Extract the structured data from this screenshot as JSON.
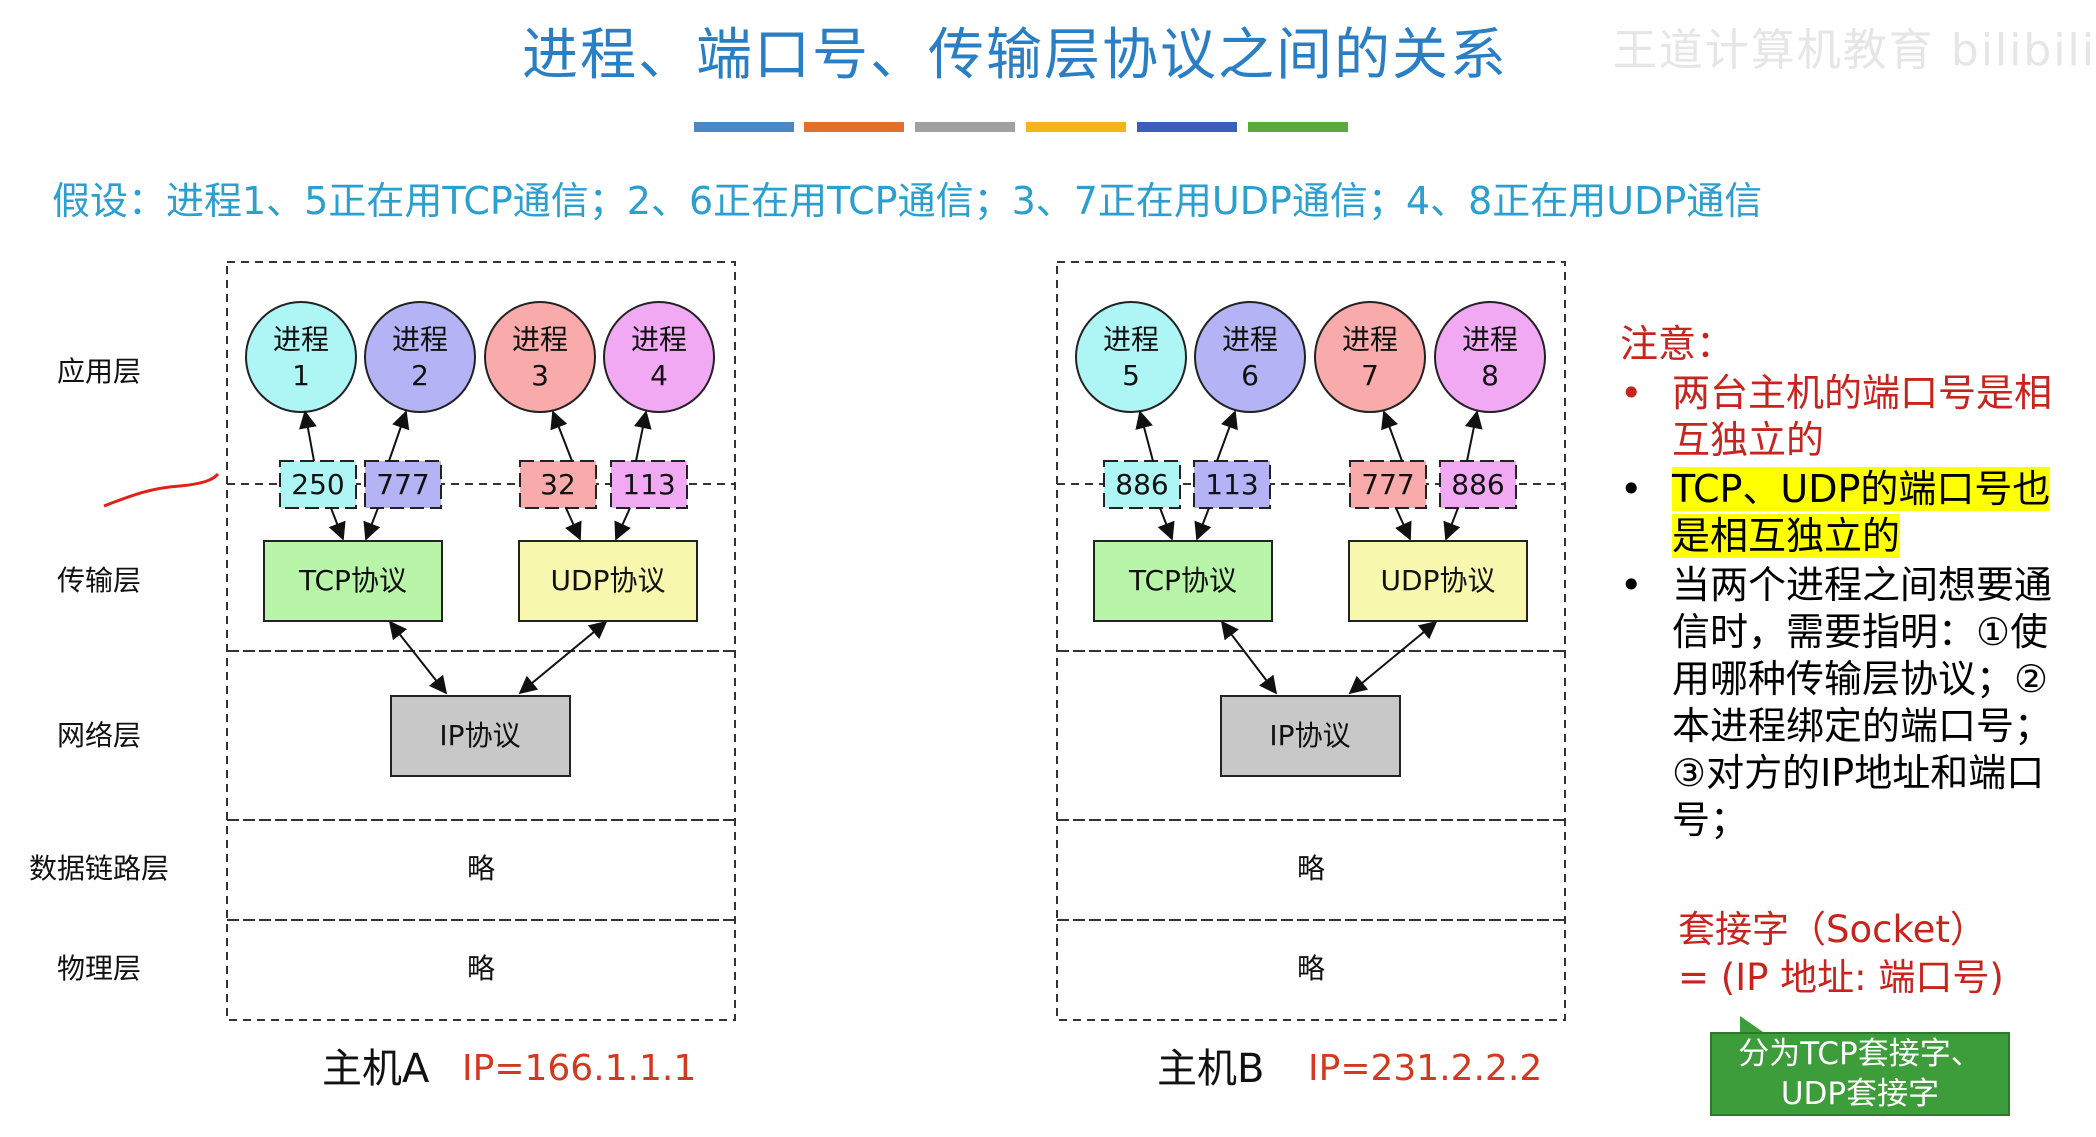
{
  "title": "进程、端口号、传输层协议之间的关系",
  "watermark": "王道计算机教育 bilibili",
  "title_bar_colors": [
    "#4a89c8",
    "#e0702a",
    "#a0a0a0",
    "#f2b51c",
    "#3a5fb8",
    "#5aa83e"
  ],
  "assumption": "假设：进程1、5正在用TCP通信；2、6正在用TCP通信；3、7正在用UDP通信；4、8正在用UDP通信",
  "layers": {
    "application": "应用层",
    "transport": "传输层",
    "network": "网络层",
    "datalink": "数据链路层",
    "physical": "物理层"
  },
  "omitted": "略",
  "hosts": [
    {
      "name": "主机A",
      "ip": "IP=166.1.1.1",
      "processes": [
        {
          "label": "进程",
          "num": "1",
          "color": "#aef5f5"
        },
        {
          "label": "进程",
          "num": "2",
          "color": "#b3b3f5"
        },
        {
          "label": "进程",
          "num": "3",
          "color": "#f9aaaa"
        },
        {
          "label": "进程",
          "num": "4",
          "color": "#f2a9f4"
        }
      ],
      "ports": [
        {
          "num": "250",
          "color": "#aef5f5"
        },
        {
          "num": "777",
          "color": "#b3b3f5"
        },
        {
          "num": "32",
          "color": "#f9aaaa"
        },
        {
          "num": "113",
          "color": "#f2a9f4"
        }
      ],
      "tcp": "TCP协议",
      "udp": "UDP协议",
      "ip_protocol": "IP协议"
    },
    {
      "name": "主机B",
      "ip": "IP=231.2.2.2",
      "processes": [
        {
          "label": "进程",
          "num": "5",
          "color": "#aef5f5"
        },
        {
          "label": "进程",
          "num": "6",
          "color": "#b3b3f5"
        },
        {
          "label": "进程",
          "num": "7",
          "color": "#f9aaaa"
        },
        {
          "label": "进程",
          "num": "8",
          "color": "#f2a9f4"
        }
      ],
      "ports": [
        {
          "num": "886",
          "color": "#aef5f5"
        },
        {
          "num": "113",
          "color": "#b3b3f5"
        },
        {
          "num": "777",
          "color": "#f9aaaa"
        },
        {
          "num": "886",
          "color": "#f2a9f4"
        }
      ],
      "tcp": "TCP协议",
      "udp": "UDP协议",
      "ip_protocol": "IP协议"
    }
  ],
  "box_colors": {
    "tcp": "#b8f5a8",
    "udp": "#f7f7ae",
    "ip": "#c8c8c8"
  },
  "notes": {
    "heading": "注意：",
    "bullet_char": "•",
    "items": [
      "两台主机的端口号是相互独立的",
      "TCP、UDP的端口号也是相互独立的",
      "当两个进程之间想要通信时，需要指明：①使用哪种传输层协议；②本进程绑定的端口号；③对方的IP地址和端口号；"
    ]
  },
  "socket": {
    "line1": "套接字（Socket）",
    "line2": "= (IP 地址: 端口号)"
  },
  "callout": {
    "line1": "分为TCP套接字、",
    "line2": "UDP套接字"
  }
}
